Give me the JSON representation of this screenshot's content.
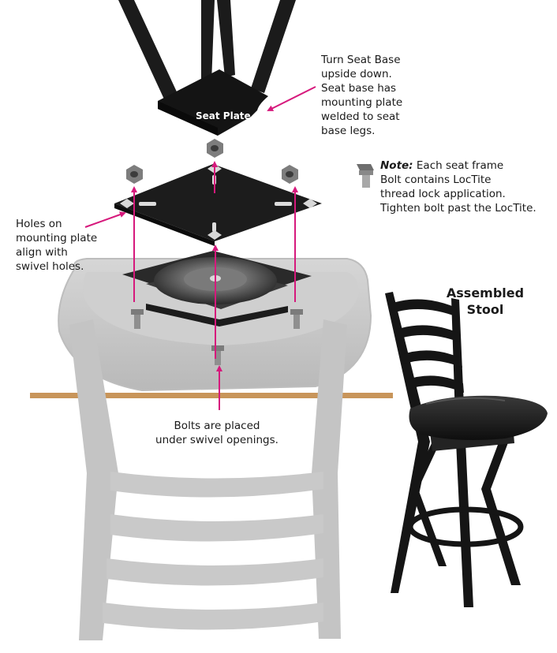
{
  "annotations": {
    "seat_plate": "Seat Plate",
    "turn_seat_base": "Turn Seat Base\nupside down.\nSeat base has\nmounting plate\nwelded to seat\nbase legs.",
    "note_label": "Note:",
    "note_text": " Each seat frame\nBolt contains LocTite\nthread lock application.\nTighten bolt past the LocTite.",
    "holes_align": "Holes on\nmounting plate\nalign with\nswivel holes.",
    "assembled_stool": "Assembled\nStool",
    "bolts_placed": "Bolts are placed\nunder swivel openings."
  },
  "colors": {
    "arrow": "#d6197c",
    "metal_black": "#1b1b1b",
    "chair_gray": "#c9c9c9",
    "chair_gray_dark": "#b3b3b3",
    "wood": "#c8955a",
    "swivel_gray": "#8a8a8a"
  },
  "icons": [
    "bolt-icon",
    "hex-nut-icon",
    "arrow-icon"
  ]
}
